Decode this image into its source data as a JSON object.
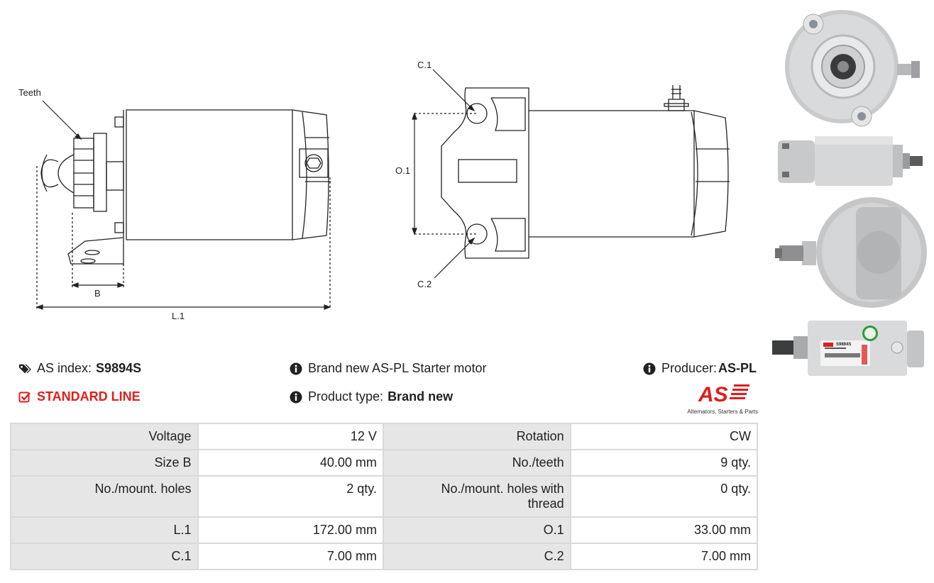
{
  "drawing": {
    "teeth_label": "Teeth",
    "b_label": "B",
    "l1_label": "L.1",
    "c1_label": "C.1",
    "c2_label": "C.2",
    "o1_label": "O.1"
  },
  "info": {
    "as_index_label": "AS index:",
    "as_index_value": "S9894S",
    "standard_line": "STANDARD LINE",
    "description": "Brand new AS-PL Starter motor",
    "product_type_label": "Product type:",
    "product_type_value": "Brand new",
    "producer_label": "Producer:",
    "producer_value": "AS-PL"
  },
  "logo": {
    "mark": "AS",
    "tagline": "Alternators, Starters & Parts"
  },
  "photo_labels": {
    "part_number": "S9894S"
  },
  "specs": [
    {
      "k1": "Voltage",
      "v1": "12 V",
      "k2": "Rotation",
      "v2": "CW"
    },
    {
      "k1": "Size B",
      "v1": "40.00 mm",
      "k2": "No./teeth",
      "v2": "9 qty."
    },
    {
      "k1": "No./mount. holes",
      "v1": "2 qty.",
      "k2": "No./mount. holes with thread",
      "v2": "0 qty."
    },
    {
      "k1": "L.1",
      "v1": "172.00 mm",
      "k2": "O.1",
      "v2": "33.00 mm"
    },
    {
      "k1": "C.1",
      "v1": "7.00 mm",
      "k2": "C.2",
      "v2": "7.00 mm"
    }
  ],
  "colors": {
    "accent_red": "#e01d1d",
    "table_key_bg": "#e6e6e6",
    "table_border": "#d9d9d9"
  }
}
